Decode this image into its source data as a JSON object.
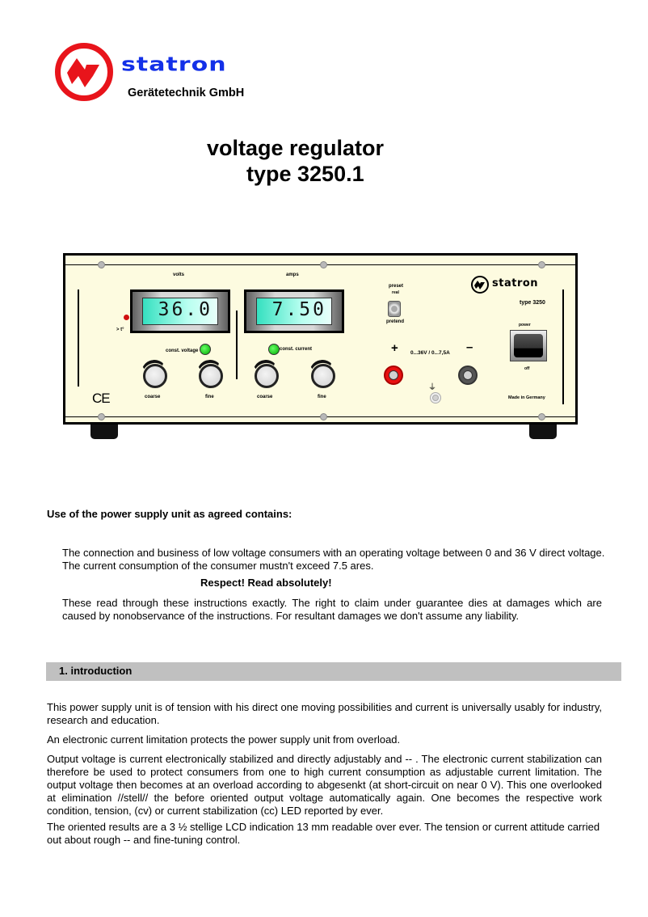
{
  "header": {
    "brand": "statron",
    "company": "Gerätetechnik GmbH",
    "title_line1": "voltage regulator",
    "title_line2": "type 3250.1",
    "brand_color": "#1330e8",
    "logo_color": "#e8141b"
  },
  "device": {
    "volts_label": "volts",
    "amps_label": "amps",
    "volts_display": "36.0",
    "amps_display": "7.50",
    "overtemp_label": "> t°",
    "const_voltage_label": "const. voltage",
    "const_current_label": "const. current",
    "knobs": [
      {
        "label": "coarse"
      },
      {
        "label": "fine"
      },
      {
        "label": "coarse"
      },
      {
        "label": "fine"
      }
    ],
    "preset_label": "preset",
    "preset_sub_label": "real",
    "pretend_label": "pretend",
    "brand": "statron",
    "type_label": "type 3250",
    "power_label": "power",
    "off_label": "off",
    "plus_label": "+",
    "minus_label": "–",
    "range_label": "0...36V / 0...7,5A",
    "ground_symbol": "⏚",
    "made_in": "Made in Germany",
    "ce_mark": "CE"
  },
  "body": {
    "intended_use_heading": "Use of the power supply unit as agreed contains:",
    "intended_use_text": "The connection and business of low voltage consumers with an operating voltage between 0 and 36 V direct voltage. The current consumption of the consumer mustn't exceed 7.5 ares.",
    "warning_heading": "Respect! Read absolutely!",
    "warning_text": "These read through these instructions exactly. The right to claim under guarantee dies at damages which are caused by nonobservance of the instructions. For resultant damages we don't assume any liability.",
    "section1_title": "1. introduction",
    "para1": "This power supply unit is of tension with his direct one moving possibilities and current is universally usably for industry, research and education.",
    "para2": "An electronic current limitation protects the power supply unit from overload.",
    "para3": "Output voltage is current electronically stabilized and directly adjustably and -- . The electronic current stabilization can therefore be used to protect consumers from one to high current consumption as adjustable current limitation. The output voltage then becomes at an overload according to abgesenkt (at short-circuit on near 0 V). This one overlooked at elimination //stell// the before oriented output voltage automatically again. One becomes the respective work condition, tension, (cv) or current stabilization (cc) LED reported by ever.",
    "para4": "The oriented results are a 3 ½ stellige LCD indication 13 mm readable over ever. The tension or current attitude carried out about rough -- and fine-tuning control."
  }
}
